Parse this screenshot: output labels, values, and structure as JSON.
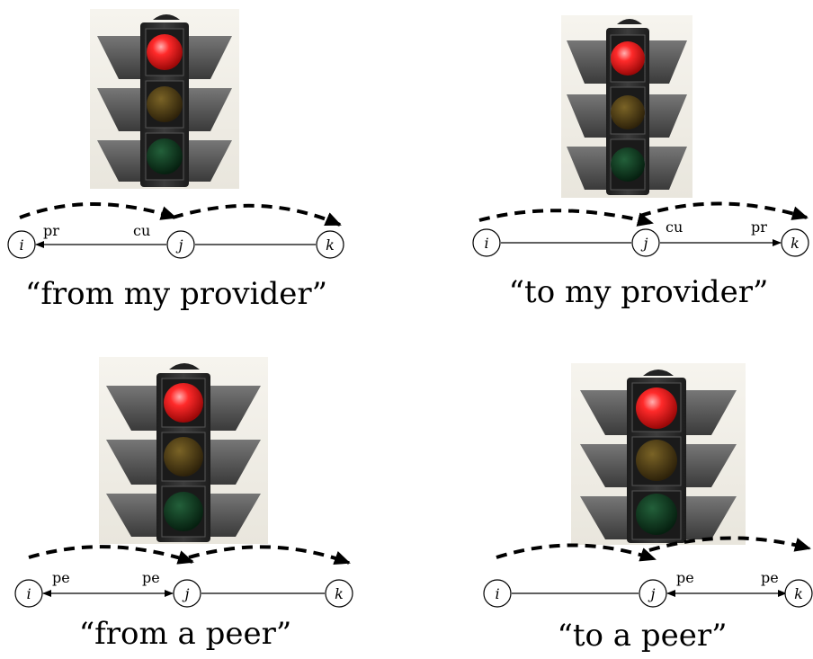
{
  "colors": {
    "red_lamp": "#e0161b",
    "amber_lamp": "#4a3a12",
    "green_lamp": "#0d3a14",
    "housing": "#2a2a2a",
    "background_panel": "#f2f0ea"
  },
  "panels": [
    {
      "id": "from-my-provider",
      "caption": "“from my provider”",
      "nodes": [
        "i",
        "j",
        "k"
      ],
      "labels": {
        "ij_left": "pr",
        "ij_right": "cu",
        "jk_left": "",
        "jk_right": ""
      }
    },
    {
      "id": "to-my-provider",
      "caption": "“to my provider”",
      "nodes": [
        "i",
        "j",
        "k"
      ],
      "labels": {
        "ij_left": "",
        "ij_right": "",
        "jk_left": "cu",
        "jk_right": "pr"
      }
    },
    {
      "id": "from-a-peer",
      "caption": "“from a peer”",
      "nodes": [
        "i",
        "j",
        "k"
      ],
      "labels": {
        "ij_left": "pe",
        "ij_right": "pe",
        "jk_left": "",
        "jk_right": ""
      }
    },
    {
      "id": "to-a-peer",
      "caption": "“to a peer”",
      "nodes": [
        "i",
        "j",
        "k"
      ],
      "labels": {
        "ij_left": "",
        "ij_right": "",
        "jk_left": "pe",
        "jk_right": "pe"
      }
    }
  ]
}
